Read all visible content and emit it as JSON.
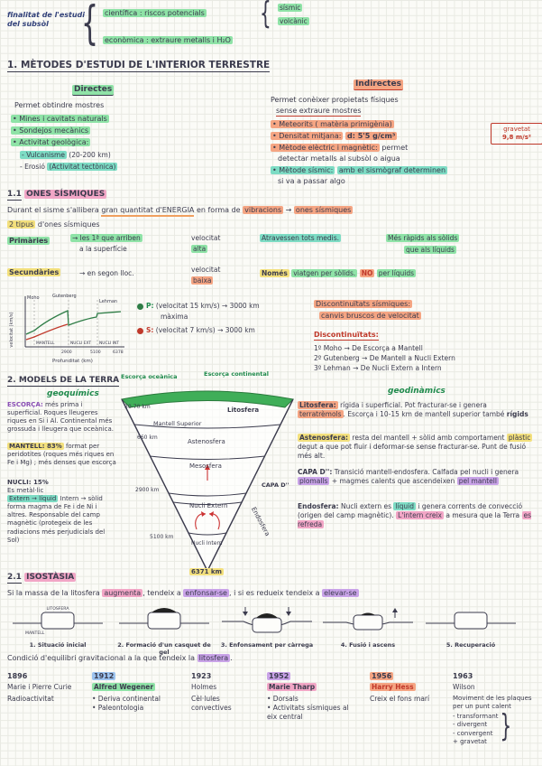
{
  "colors": {
    "ink": "#3b3b4d",
    "red": "#c0392b",
    "green": "#1f8a4c",
    "orange": "#d86a2e",
    "purple": "#8a4fb5",
    "hl_green": "#8fe3a7",
    "hl_teal": "#7ddcc4",
    "hl_orange": "#f5a583",
    "hl_yellow": "#f3e07d",
    "hl_pink": "#f2a6c6",
    "hl_purple": "#c9a3e8",
    "hl_blue": "#9cc3ef"
  },
  "glyphs": {
    "brace_open": "{",
    "brace_close": "}"
  },
  "top": {
    "finalitat": "finalitat de l'estudi del subsòl",
    "cientifica": "científica : riscos potencials",
    "sismic": "sísmic",
    "volcanic": "volcànic",
    "economica": "econòmica : extraure metalls i H₂O"
  },
  "h1": "1. MÈTODES D'ESTUDI DE L'INTERIOR TERRESTRE",
  "directes": {
    "title": "Directes",
    "subtitle": "Permet obtindre mostres",
    "item1": "• Mines i cavitats naturals",
    "item2": "• Sondejos mecànics",
    "item3": "• Activitat geològica:",
    "sub1a": "- Vulcanisme",
    "sub1b": "(20-200 km)",
    "sub2a": "- Erosió",
    "sub2b": "(Activitat tectònica)"
  },
  "indirectes": {
    "title": "Indirectes",
    "subtitle1": "Permet conèixer propietats físiques",
    "subtitle2": "sense extraure mostres",
    "item1": "• Meteorits ( matèria primigènia)",
    "item2a": "• Densitat mitjana:",
    "item2b": "d: 5'5 g/cm³",
    "item3a": "• Mètode elèctric i magnètic:",
    "item3b": "permet",
    "item3c": "detectar metalls al subsòl o aigua",
    "item4a": "• Mètode sísmic:",
    "item4b": "amb el sismògraf determinen",
    "item4c": "si va a passar algo",
    "gravetat_label": "gravetat",
    "gravetat_value": "9,8 m/s²"
  },
  "ones": {
    "num": "1.1",
    "title": "ONES SÍSMIQUES",
    "l1a": "Durant el sisme s'allibera",
    "l1b": "gran quantitat d'ENERGIA",
    "l1c": "en forma de",
    "l1d": "vibracions",
    "l1arrow": "→",
    "l1e": "ones sísmiques",
    "l2a": "2 tipus",
    "l2b": "d'ones sísmiques",
    "prim_title": "Primàries",
    "prim_a": "→ les 1ª que arriben",
    "prim_b": "a la superfície",
    "prim_v1": "velocitat",
    "prim_v2": "alta",
    "prim_c": "Atravessen tots medis.",
    "prim_d": "Més ràpids als sòlids",
    "prim_e": "que als líquids",
    "sec_title": "Secundàries",
    "sec_a": "→ en segon lloc.",
    "sec_v1": "velocitat",
    "sec_v2": "baixa",
    "sec_b": "Només",
    "sec_c": "viatgen per sòlids.",
    "sec_d": "NO",
    "sec_e": "per líquids"
  },
  "graph": {
    "ylabel": "velocitat (km/s)",
    "xlabel": "Profunditat (km)",
    "moho": "Moho",
    "gutenberg": "Gutenberg",
    "lehman": "Lehman",
    "mantell": "MANTELL",
    "nucli_ext": "NUCLI EXT",
    "nucli_int": "NUCLI INT",
    "tick1": "2900",
    "tick2": "5100",
    "tick3": "6378"
  },
  "vel": {
    "p_label": "P:",
    "p_text": "(velocitat 15 km/s) → 3000 km",
    "p_note": "màxima",
    "s_label": "S:",
    "s_text": "(velocitat 7 km/s) → 3000 km"
  },
  "disc": {
    "box1": "Discontinuïtats sísmiques:",
    "box2": "canvis bruscos de velocitat",
    "title": "Discontinuïtats:",
    "d1": "1º Moho → De Escorça a Mantell",
    "d2": "2º Gutenberg → De Mantell a Nucli Extern",
    "d3": "3º Lehman → De Nucli Extern a Intern"
  },
  "models": {
    "h": "2. MODELS DE LA TERRA",
    "geoquimics": "geoquímics",
    "geodinamics": "geodinàmics"
  },
  "cone": {
    "escorca_oceanica": "Escorça oceànica",
    "escorca_continental": "Escorça continental",
    "litosfera": "Litosfera",
    "d1": "30-70 km",
    "mantell_superior": "Mantell Superior",
    "d2": "660 km",
    "astenosfera": "Astenosfera",
    "mesosfera": "Mesosfera",
    "d3": "2900 km",
    "capa_d": "CAPA D''",
    "nucli_extern": "Nucli Extern",
    "d4": "5100 km",
    "nucli_intern": "Nucli Intern",
    "endosfera": "Endosfera",
    "d5": "6371 km"
  },
  "geoq": {
    "escorca_label": "ESCORÇA:",
    "escorca_text": "més prima i superficial. Roques lleugeres riques en Si i Al. Continental més grossuda i lleugera que oceànica.",
    "mantell_label": "MANTELL: 83%",
    "mantell_text": "format per peridotites (roques més riques en Fe i Mg) ; més denses que escorça",
    "nucli_label": "NUCLI: 15%",
    "nucli_l1": "Es metàl·lic",
    "nucli_l2a": "Extern → líquid",
    "nucli_l2b": "Intern → sòlid",
    "nucli_text": "forma magma de Fe i de Ni i altres. Responsable del camp magnètic (protegeix de les radiacions més perjudicials del Sol)"
  },
  "geod": {
    "lit_label": "Litosfera:",
    "lit_t1": "rígida i superficial. Pot fracturar-se i genera",
    "lit_hl": "terratrèmols",
    "lit_t2": ". Escorça i 10-15 km de mantell superior també",
    "lit_t3": "rígids",
    "ast_label": "Astenosfera:",
    "ast_t1": "resta del mantell + sòlid amb comportament",
    "ast_hl": "plàstic",
    "ast_t2": "degut a que pot fluir i deformar-se sense fracturar-se. Punt de fusió més alt.",
    "capa_label": "CAPA D'':",
    "capa_t1": "Transició mantell-endosfera. Calfada pel nucli i genera",
    "capa_hl1": "plomalls",
    "capa_t2": "+ magmes calents que ascendeixen",
    "capa_hl2": "pel mantell",
    "endo_label": "Endosfera:",
    "endo_t1": "Nucli extern es",
    "endo_hl1": "líquid",
    "endo_t2": "i genera corrents de convecció (origen del camp magnètic).",
    "endo_hl2": "L'intern creix",
    "endo_t3": "a mesura que la Terra",
    "endo_hl3": "es refreda"
  },
  "iso": {
    "num": "2.1",
    "title": "ISOSTÀSIA",
    "s1": "Si la massa de la litosfera",
    "hl1": "augmenta",
    "s2": ", tendeix a",
    "hl2": "enfonsar-se",
    "s3": ", i si es redueix tendeix a",
    "hl3": "elevar-se",
    "litosfera": "LITOSFERA",
    "mantell": "MANTELL",
    "c1": "1. Situació inicial",
    "c2": "2. Formació d'un casquet de gel",
    "c3": "3. Enfonsament per càrrega",
    "c4": "4. Fusió i ascens",
    "c5": "5. Recuperació",
    "cond1": "Condició d'equilibri gravitacional a la que tendeix la",
    "cond_hl": "litosfera",
    "cond2": "."
  },
  "timeline": {
    "e1": {
      "year": "1896",
      "name": "Marie i Pierre Curie",
      "i1": "Radioactivitat"
    },
    "e2": {
      "year": "1912",
      "name": "Alfred Wegener",
      "i1": "• Deriva continental",
      "i2": "• Paleontologia"
    },
    "e3": {
      "year": "1923",
      "name": "Holmes",
      "i1": "Cèl·lules convectives"
    },
    "e4": {
      "year": "1952",
      "name": "Marie Tharp",
      "i1": "• Dorsals",
      "i2": "• Activitats sísmiques al eix central"
    },
    "e5": {
      "year": "1956",
      "name": "Harry Hess",
      "i1": "Creix el fons marí"
    },
    "e6": {
      "year": "1963",
      "name": "Wilson",
      "i1": "Moviment de les plaques per un punt calent",
      "i2": "- transformant",
      "i3": "- divergent",
      "i4": "- convergent",
      "i5": "+ gravetat"
    }
  }
}
